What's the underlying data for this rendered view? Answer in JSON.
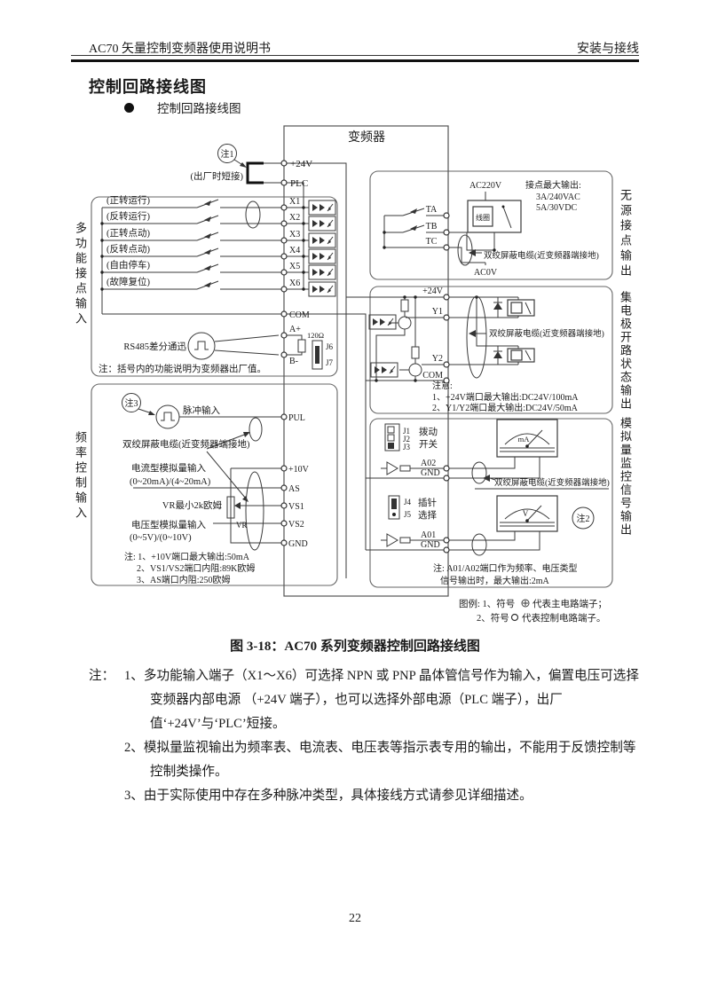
{
  "header": {
    "left": "AC70 矢量控制变频器使用说明书",
    "right": "安装与接线"
  },
  "title": "控制回路接线图",
  "bullet_item": "控制回路接线图",
  "diagram": {
    "inverter_title": "变频器",
    "top": {
      "note1": "注1",
      "factory_short": "(出厂时短接)",
      "t_24v": "+24V",
      "t_plc": "PLC"
    },
    "input": {
      "side_label": "多功能接点输入",
      "rows": [
        {
          "label": "(正转运行)",
          "terminal": "X1"
        },
        {
          "label": "(反转运行)",
          "terminal": "X2"
        },
        {
          "label": "(正转点动)",
          "terminal": "X3"
        },
        {
          "label": "(反转点动)",
          "terminal": "X4"
        },
        {
          "label": "(自由停车)",
          "terminal": "X5"
        },
        {
          "label": "(故障复位)",
          "terminal": "X6"
        }
      ],
      "t_com": "COM",
      "rs485_label": "RS485差分通迅",
      "t_a_plus": "A+",
      "t_b_minus": "B-",
      "resistor_label": "120Ω",
      "j6": "J6",
      "j7": "J7",
      "note": "注：括号内的功能说明为变频器出厂值。"
    },
    "freq": {
      "side_label": "频率控制输入",
      "note3": "注3",
      "pulse_label": "脉冲输入",
      "t_pul": "PUL",
      "shield_label": "双绞屏蔽电缆(近变频器端接地)",
      "current_line1": "电流型模拟量输入",
      "current_line2": "(0~20mA)/(4~20mA)",
      "t_10v": "+10V",
      "t_as": "AS",
      "t_vs1": "VS1",
      "t_vs2": "VS2",
      "t_gnd": "GND",
      "vr_label": "VR最小2k欧姆",
      "vr": "VR",
      "volt_line1": "电压型模拟量输入",
      "volt_line2": "(0~5V)/(0~10V)",
      "notes": [
        "注: 1、+10V端口最大输出:50mA",
        "2、VS1/VS2端口内阻:89K欧姆",
        "3、AS端口内阻:250欧姆"
      ]
    },
    "relay": {
      "side_label": "无源接点输出",
      "ac220v": "AC220V",
      "max_title": "接点最大输出:",
      "max1": "3A/240VAC",
      "max2": "5A/30VDC",
      "coil": "线圈",
      "t_ta": "TA",
      "t_tb": "TB",
      "t_tc": "TC",
      "shield_label": "双绞屏蔽电缆(近变频器端接地)",
      "ac0v": "AC0V"
    },
    "collector": {
      "side_label": "集电极开路状态输出",
      "t_24v": "+24V",
      "t_y1": "Y1",
      "t_y2": "Y2",
      "t_com": "COM",
      "shield_label": "双绞屏蔽电缆(近变频器端接地)",
      "note_title": "注意:",
      "notes": [
        "1、+24V端口最大输出:DC24V/100mA",
        "2、Y1/Y2端口最大输出:DC24V/50mA"
      ]
    },
    "analog": {
      "side_label": "模拟量监控信号输出",
      "j1": "J1",
      "j2": "J2",
      "j3": "J3",
      "toggle1": "拨动",
      "toggle2": "开关",
      "j4": "J4",
      "j5": "J5",
      "pin1": "插针",
      "pin2": "选择",
      "t_a02": "A02",
      "t_gnd1": "GND",
      "t_a01": "A01",
      "t_gnd2": "GND",
      "meter_ma": "mA",
      "meter_v": "V",
      "note2": "注2",
      "shield_label": "双绞屏蔽电缆(近变频器端接地)",
      "note_line1": "注: A01/A02端口作为频率、电压类型",
      "note_line2": "信号输出时，最大输出:2mA"
    },
    "legend": {
      "p1": "图例: 1、符号",
      "p2": "代表主电路端子；",
      "p3": "2、符号",
      "p4": "代表控制电路端子。"
    }
  },
  "caption": "图 3-18：AC70 系列变频器控制回路接线图",
  "notes": {
    "prefix": "注：",
    "items": [
      "1、多功能输入端子（X1～X6）可选择 NPN 或 PNP 晶体管信号作为输入，偏置电压可选择变频器内部电源 （+24V 端子），也可以选择外部电源（PLC 端子），出厂值‘+24V’与‘PLC’短接。",
      "2、模拟量监视输出为频率表、电流表、电压表等指示表专用的输出，不能用于反馈控制等控制类操作。",
      "3、由于实际使用中存在多种脉冲类型，具体接线方式请参见详细描述。"
    ]
  },
  "page_number": "22"
}
